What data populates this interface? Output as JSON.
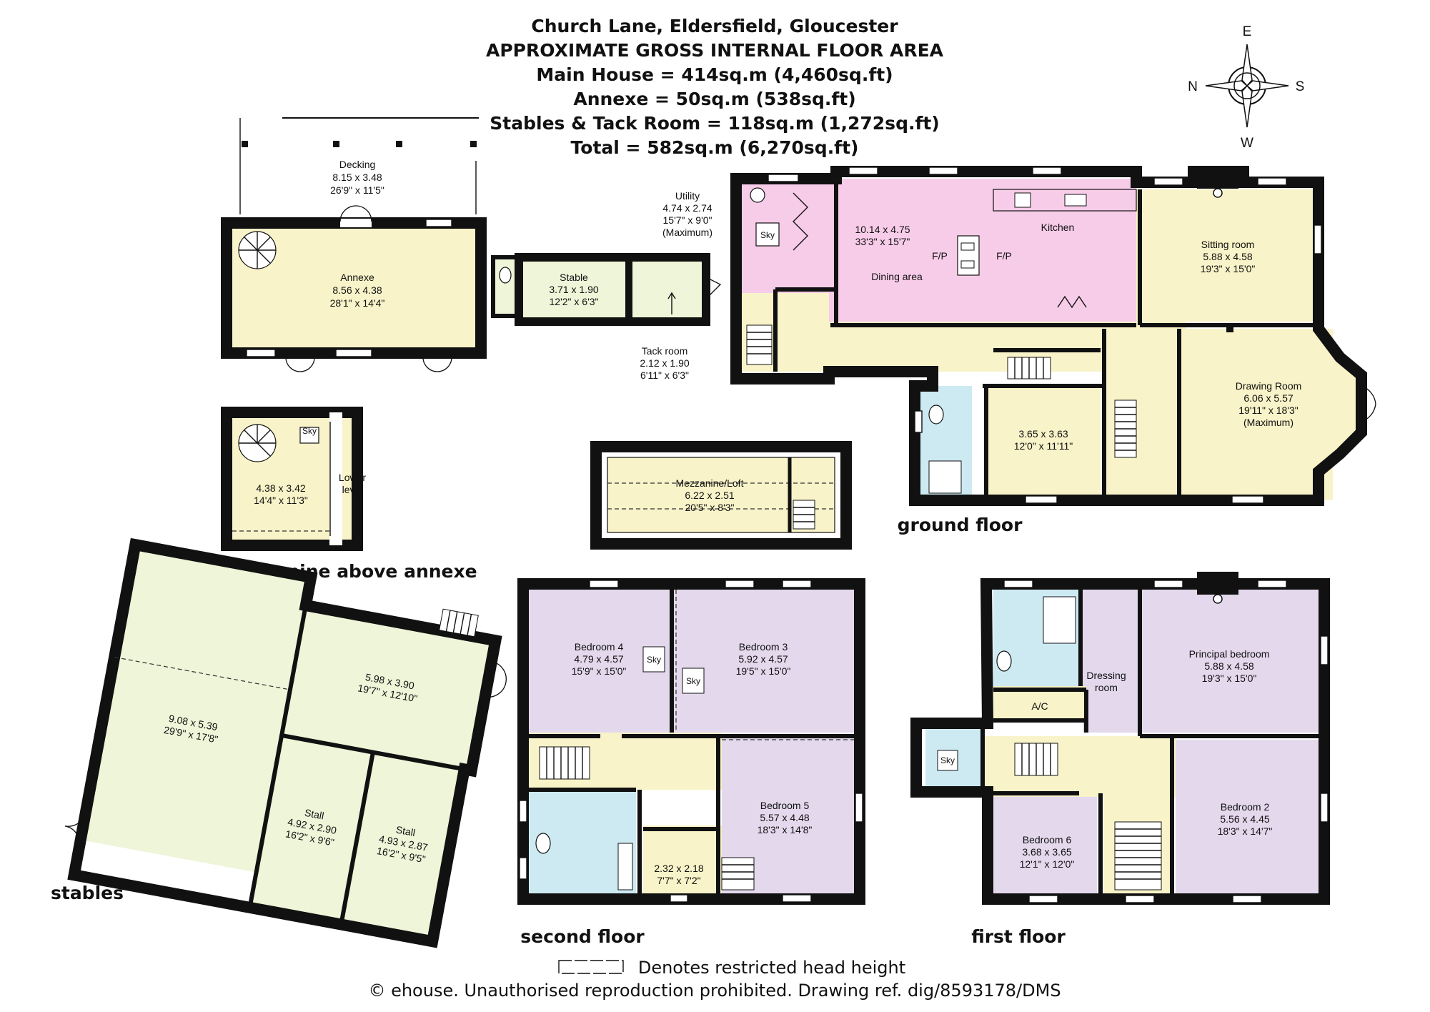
{
  "header": {
    "address": "Church Lane, Eldersfield, Gloucester",
    "subtitle": "APPROXIMATE GROSS INTERNAL FLOOR AREA",
    "areas": [
      "Main House = 414sq.m (4,460sq.ft)",
      "Annexe = 50sq.m (538sq.ft)",
      "Stables & Tack Room = 118sq.m (1,272sq.ft)",
      "Total = 582sq.m (6,270sq.ft)"
    ]
  },
  "compass": {
    "north": "N",
    "east": "E",
    "south": "S",
    "west": "W"
  },
  "colors": {
    "yellow": "#f8f3c8",
    "green": "#eef5d8",
    "pink": "#f7cce8",
    "purple": "#e3d8ec",
    "blue": "#cdeaf3",
    "wall": "#111111"
  },
  "floors": {
    "ground": "ground floor",
    "first": "first floor",
    "second": "second floor",
    "stables": "stables",
    "mezzanine": "mezzanine above annexe"
  },
  "rooms": {
    "decking": {
      "name": "Decking",
      "metric": "8.15 x 3.48",
      "imperial": "26'9\" x 11'5\""
    },
    "annexe": {
      "name": "Annexe",
      "metric": "8.56 x 4.38",
      "imperial": "28'1\" x 14'4\""
    },
    "stable": {
      "name": "Stable",
      "metric": "3.71 x 1.90",
      "imperial": "12'2\" x 6'3\""
    },
    "tack_room": {
      "name": "Tack room",
      "metric": "2.12 x 1.90",
      "imperial": "6'11\" x 6'3\""
    },
    "utility": {
      "name": "Utility",
      "metric": "4.74 x 2.74",
      "imperial": "15'7\" x 9'0\"",
      "note": "(Maximum)"
    },
    "kitchen": {
      "name": "Kitchen",
      "dims": "10.14 x 4.75",
      "imperial": "33'3\" x 15'7\"",
      "dining": "Dining area",
      "fp": "F/P"
    },
    "sitting": {
      "name": "Sitting room",
      "metric": "5.88 x 4.58",
      "imperial": "19'3\" x 15'0\""
    },
    "drawing": {
      "name": "Drawing Room",
      "metric": "6.06 x 5.57",
      "imperial": "19'11\" x 18'3\"",
      "note": "(Maximum)"
    },
    "study": {
      "metric": "3.65 x 3.63",
      "imperial": "12'0\" x 11'11\""
    },
    "mezz_loft": {
      "name": "Mezzanine/Loft",
      "metric": "6.22 x 2.51",
      "imperial": "20'5\" x 8'3\""
    },
    "mezz_annexe": {
      "metric": "4.38 x 3.42",
      "imperial": "14'4\" x 11'3\"",
      "lower1": "Lower",
      "lower2": "level"
    },
    "stables_big": {
      "metric": "9.08 x 5.39",
      "imperial": "29'9\" x 17'8\""
    },
    "stables_room": {
      "metric": "5.98 x 3.90",
      "imperial": "19'7\" x 12'10\""
    },
    "stall1": {
      "name": "Stall",
      "metric": "4.92 x 2.90",
      "imperial": "16'2\" x 9'6\""
    },
    "stall2": {
      "name": "Stall",
      "metric": "4.93 x 2.87",
      "imperial": "16'2\" x 9'5\""
    },
    "bedroom4": {
      "name": "Bedroom 4",
      "metric": "4.79 x 4.57",
      "imperial": "15'9\" x 15'0\""
    },
    "bedroom3": {
      "name": "Bedroom 3",
      "metric": "5.92 x 4.57",
      "imperial": "19'5\" x 15'0\""
    },
    "bedroom5": {
      "name": "Bedroom 5",
      "metric": "5.57 x 4.48",
      "imperial": "18'3\" x 14'8\""
    },
    "box_room": {
      "metric": "2.32 x 2.18",
      "imperial": "7'7\" x 7'2\""
    },
    "principal": {
      "name": "Principal bedroom",
      "metric": "5.88 x 4.58",
      "imperial": "19'3\" x 15'0\""
    },
    "dressing": {
      "name1": "Dressing",
      "name2": "room"
    },
    "ac": {
      "name": "A/C"
    },
    "bedroom6": {
      "name": "Bedroom 6",
      "metric": "3.68 x 3.65",
      "imperial": "12'1\" x 12'0\""
    },
    "bedroom2": {
      "name": "Bedroom 2",
      "metric": "5.56 x 4.45",
      "imperial": "18'3\" x 14'7\""
    }
  },
  "sky": "Sky",
  "footer": {
    "legend": "Denotes restricted head height",
    "copyright": "© ehouse. Unauthorised reproduction prohibited. Drawing ref. dig/8593178/DMS"
  }
}
